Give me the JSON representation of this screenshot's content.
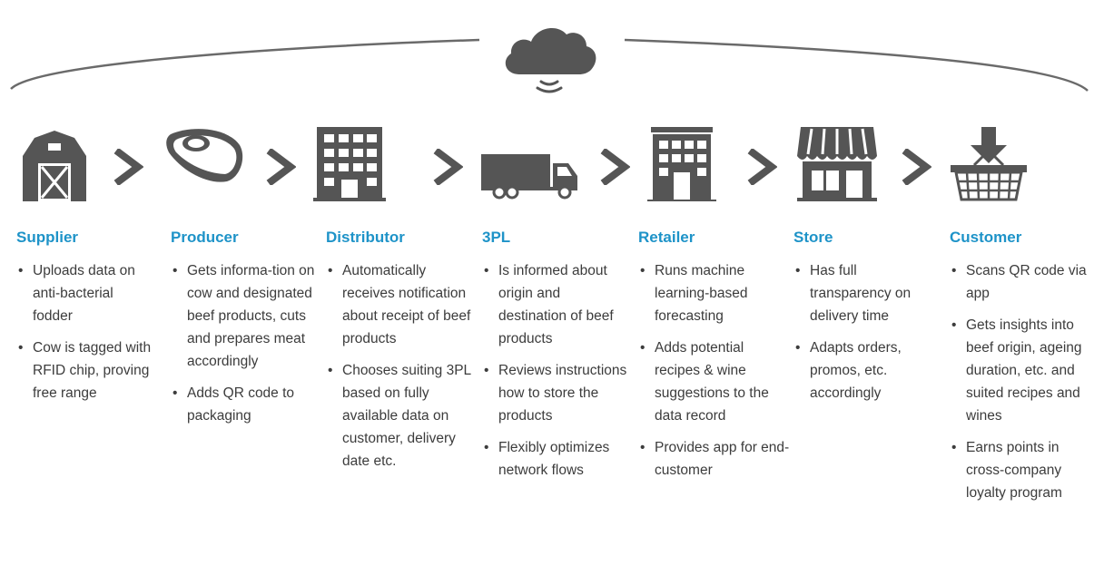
{
  "colors": {
    "accent": "#1E93C8",
    "icon": "#555555",
    "text": "#3c3c3c",
    "arc": "#6a6a6a"
  },
  "icons": {
    "cloud": "cloud-icon",
    "signal": "signal-waves-icon",
    "separator": "chevron-right-icon"
  },
  "stages": [
    {
      "name": "Supplier",
      "icon": "barn-icon",
      "bullets": [
        "Uploads data on anti-bacterial fodder",
        "Cow is tagged with RFID chip, proving free range"
      ]
    },
    {
      "name": "Producer",
      "icon": "steak-icon",
      "bullets": [
        "Gets informa-tion on cow and designated beef products, cuts and prepares meat accordingly",
        "Adds QR code to packaging"
      ]
    },
    {
      "name": "Distributor",
      "icon": "office-building-icon",
      "bullets": [
        "Automatically receives notification about receipt of beef products",
        "Chooses suiting 3PL based on fully available data on customer, delivery date etc."
      ]
    },
    {
      "name": "3PL",
      "icon": "truck-icon",
      "bullets": [
        "Is informed about origin and destination of beef products",
        "Reviews instructions how to store the products",
        "Flexibly optimizes network flows"
      ]
    },
    {
      "name": "Retailer",
      "icon": "retail-building-icon",
      "bullets": [
        "Runs machine learning-based forecasting",
        "Adds potential recipes & wine suggestions to the data record",
        "Provides app for end-customer"
      ]
    },
    {
      "name": "Store",
      "icon": "storefront-icon",
      "bullets": [
        "Has full transparency on delivery time",
        "Adapts orders, promos, etc. accordingly"
      ]
    },
    {
      "name": "Customer",
      "icon": "shopping-basket-icon",
      "bullets": [
        "Scans QR code via app",
        "Gets insights into beef origin, ageing duration, etc. and suited recipes and wines",
        "Earns points in cross-company loyalty program"
      ]
    }
  ]
}
